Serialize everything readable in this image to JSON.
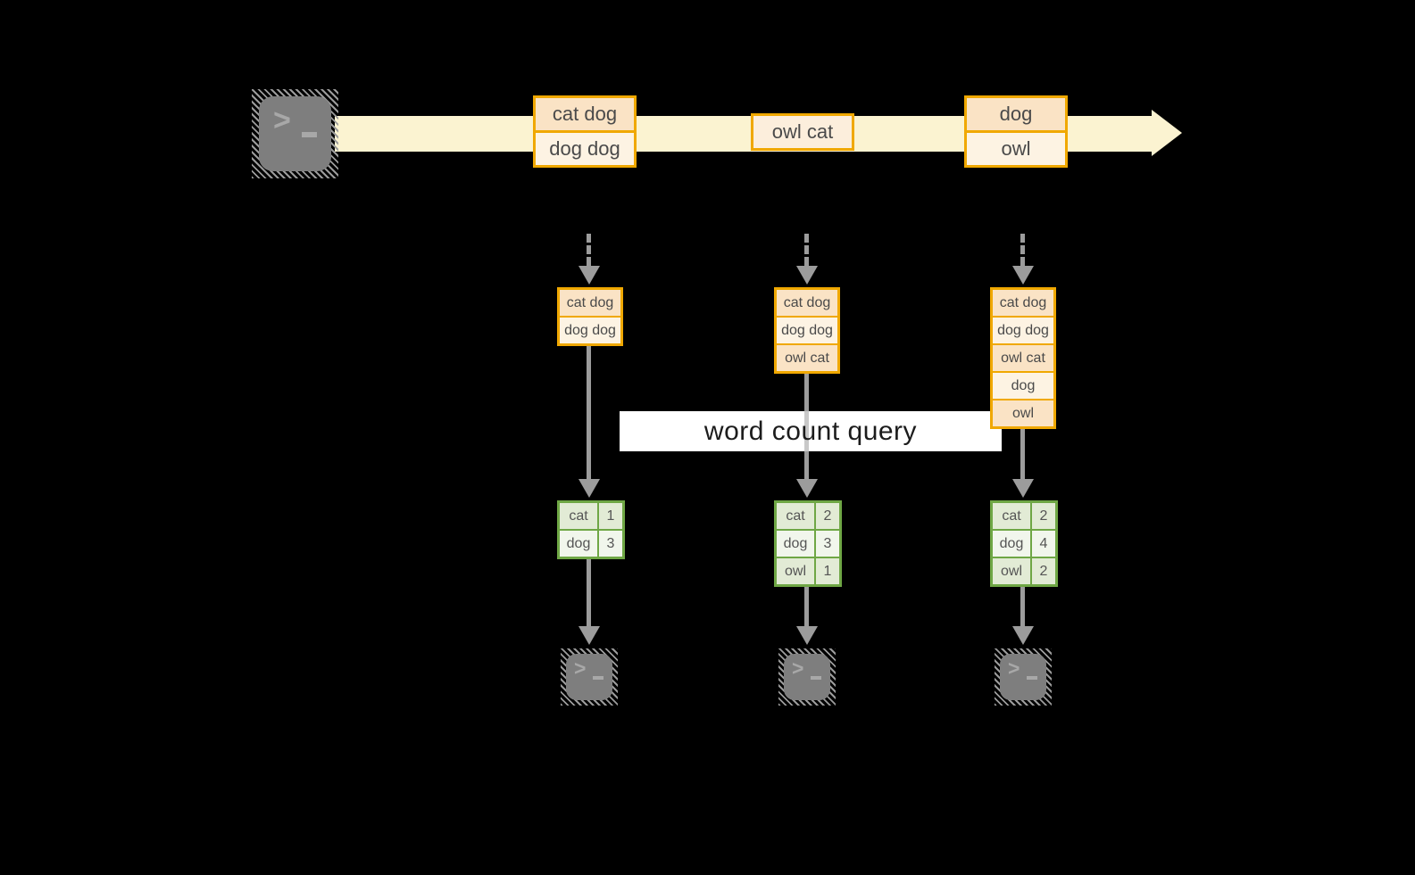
{
  "colors": {
    "background": "#000000",
    "timeline_fill": "#FBF3D1",
    "event_border": "#F0A800",
    "event_fill_peach": "#FAE3C5",
    "event_fill_cream": "#FDF3E3",
    "table_border": "#6FA745",
    "table_fill_dark": "#E2EBD5",
    "table_fill_light": "#F1F6EC",
    "arrow_gray": "#9C9C9C",
    "terminal_gray": "#7E7E7E",
    "query_box_bg": "#FFFFFF"
  },
  "terminal": {
    "prompt": ">",
    "cursor": "_"
  },
  "timeline": {
    "batch1": {
      "row1": "cat dog",
      "row2": "dog dog"
    },
    "batch2": {
      "row1": "owl cat"
    },
    "batch3": {
      "row1": "dog",
      "row2": "owl"
    }
  },
  "query": {
    "label": "word count query"
  },
  "columns": [
    {
      "state": [
        "cat dog",
        "dog dog"
      ],
      "counts": [
        {
          "word": "cat",
          "value": "1"
        },
        {
          "word": "dog",
          "value": "3"
        }
      ]
    },
    {
      "state": [
        "cat dog",
        "dog dog",
        "owl cat"
      ],
      "counts": [
        {
          "word": "cat",
          "value": "2"
        },
        {
          "word": "dog",
          "value": "3"
        },
        {
          "word": "owl",
          "value": "1"
        }
      ]
    },
    {
      "state": [
        "cat dog",
        "dog dog",
        "owl cat",
        "dog",
        "owl"
      ],
      "counts": [
        {
          "word": "cat",
          "value": "2"
        },
        {
          "word": "dog",
          "value": "4"
        },
        {
          "word": "owl",
          "value": "2"
        }
      ]
    }
  ]
}
